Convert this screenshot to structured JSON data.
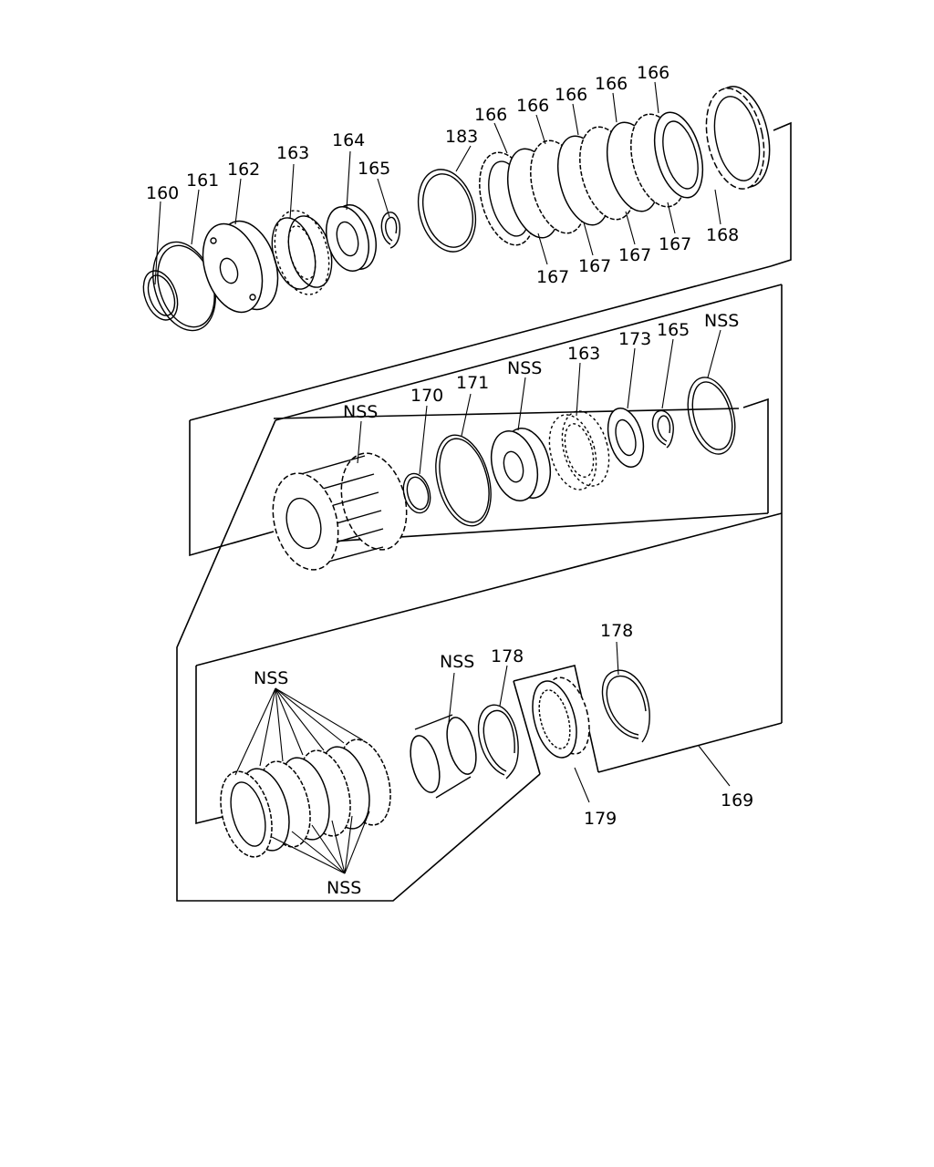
{
  "callouts": {
    "c160": "160",
    "c161": "161",
    "c162": "162",
    "c163a": "163",
    "c164": "164",
    "c165a": "165",
    "c183": "183",
    "c166a": "166",
    "c166b": "166",
    "c166c": "166",
    "c166d": "166",
    "c166e": "166",
    "c167a": "167",
    "c167b": "167",
    "c167c": "167",
    "c167d": "167",
    "c168": "168",
    "cNSSa": "NSS",
    "c170": "170",
    "c171": "171",
    "cNSSb": "NSS",
    "c163b": "163",
    "c173": "173",
    "c165b": "165",
    "cNSSc": "NSS",
    "cNSSd": "NSS",
    "cNSSe": "NSS",
    "c178a": "178",
    "c178b": "178",
    "cNSSf": "NSS",
    "c179": "179",
    "c169": "169"
  },
  "colors": {
    "line": "#000000",
    "background": "#ffffff"
  }
}
